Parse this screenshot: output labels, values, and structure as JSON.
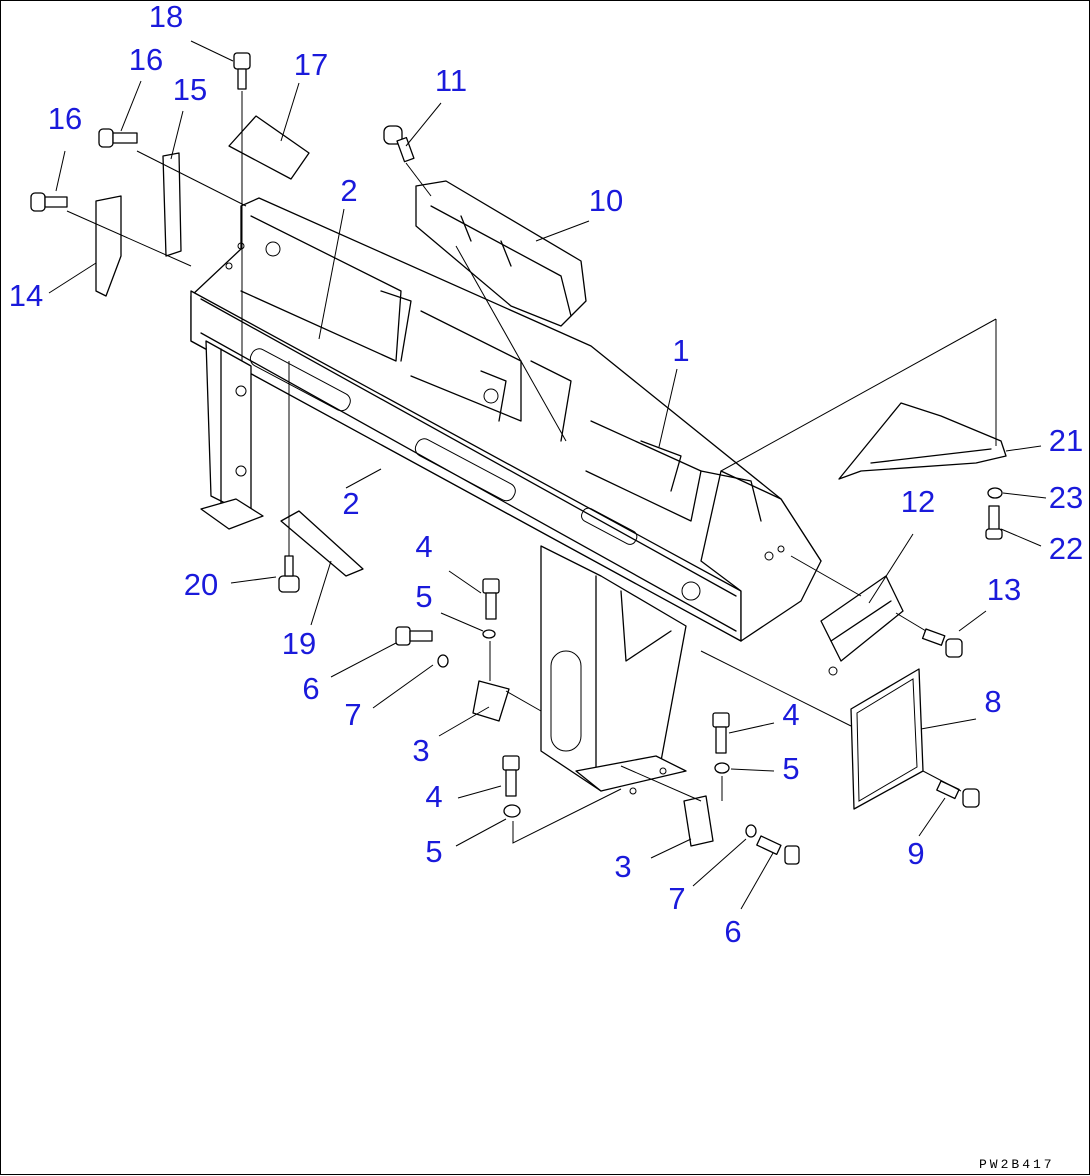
{
  "drawing_code": "PW2B417",
  "colors": {
    "callout": "#1a1adb",
    "line": "#000000"
  },
  "callouts": [
    {
      "n": "1"
    },
    {
      "n": "2"
    },
    {
      "n": "2"
    },
    {
      "n": "3"
    },
    {
      "n": "3"
    },
    {
      "n": "4"
    },
    {
      "n": "4"
    },
    {
      "n": "4"
    },
    {
      "n": "5"
    },
    {
      "n": "5"
    },
    {
      "n": "5"
    },
    {
      "n": "6"
    },
    {
      "n": "6"
    },
    {
      "n": "7"
    },
    {
      "n": "7"
    },
    {
      "n": "8"
    },
    {
      "n": "9"
    },
    {
      "n": "10"
    },
    {
      "n": "11"
    },
    {
      "n": "12"
    },
    {
      "n": "13"
    },
    {
      "n": "14"
    },
    {
      "n": "15"
    },
    {
      "n": "16"
    },
    {
      "n": "16"
    },
    {
      "n": "17"
    },
    {
      "n": "18"
    },
    {
      "n": "19"
    },
    {
      "n": "20"
    },
    {
      "n": "21"
    },
    {
      "n": "22"
    },
    {
      "n": "23"
    }
  ]
}
